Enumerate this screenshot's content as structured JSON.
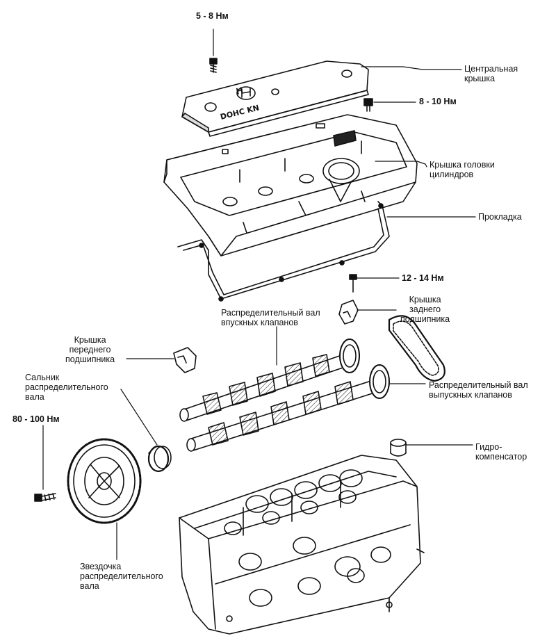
{
  "colors": {
    "ink": "#111111",
    "paper": "#ffffff"
  },
  "labels": {
    "torque_cover_bolt": "5 - 8 Нм",
    "central_cover": [
      "Центральная",
      "крышка"
    ],
    "torque_cover_nut": "8 - 10 Нм",
    "head_cover": [
      "Крышка головки",
      "цилиндров"
    ],
    "gasket": "Прокладка",
    "torque_bearing_bolt": "12 - 14 Нм",
    "rear_bearing_cap": [
      "Крышка",
      "заднего",
      "подшипника"
    ],
    "intake_camshaft": [
      "Распределительный вал",
      "впускных клапанов"
    ],
    "front_bearing_cap": [
      "Крышка",
      "переднего",
      "подшипника"
    ],
    "camshaft_seal": [
      "Сальник",
      "распределительного",
      "вала"
    ],
    "exhaust_camshaft": [
      "Распределительный вал",
      "выпускных клапанов"
    ],
    "torque_sprocket_bolt": "80 - 100 Нм",
    "hydraulic_lifter": [
      "Гидро-",
      "компенсатор"
    ],
    "camshaft_sprocket": [
      "Звездочка",
      "распределительного",
      "вала"
    ]
  },
  "cover_marking": {
    "logo": "H",
    "text": "DOHC KN"
  }
}
